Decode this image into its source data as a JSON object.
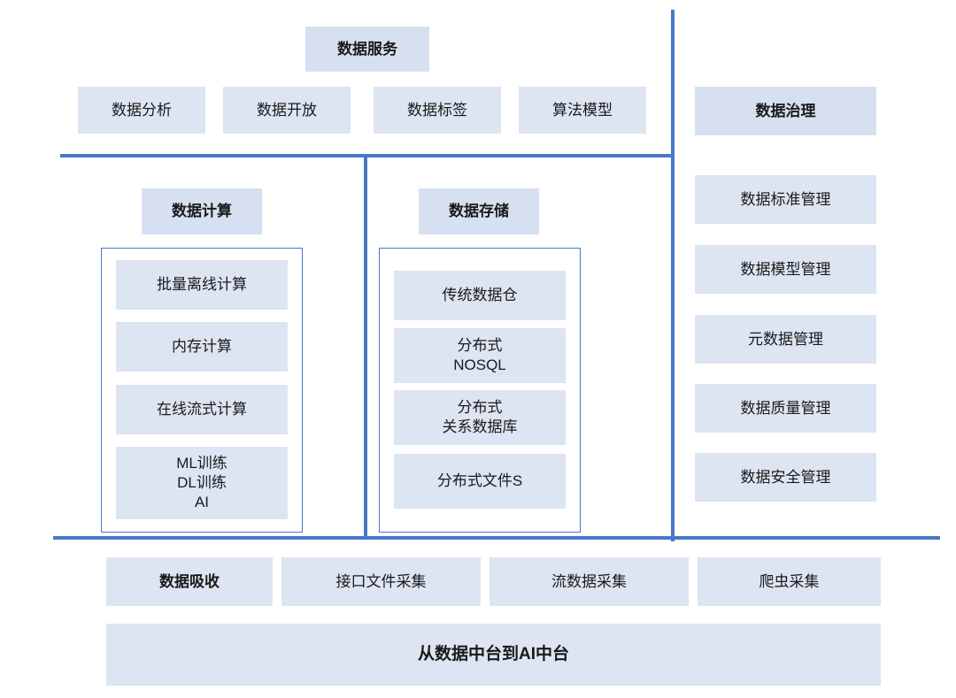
{
  "diagram": {
    "title_text": "从数据中台到AI中台",
    "accent_color": "#4a77c8",
    "box_fill": "#dde4f2",
    "title_fill": "#d7e0f0"
  },
  "service_layer": {
    "title": "数据服务",
    "items": [
      {
        "label": "数据分析"
      },
      {
        "label": "数据开放"
      },
      {
        "label": "数据标签"
      },
      {
        "label": "算法模型"
      }
    ]
  },
  "compute_layer": {
    "title": "数据计算",
    "items": [
      {
        "label": "批量离线计算"
      },
      {
        "label": "内存计算"
      },
      {
        "label": "在线流式计算"
      },
      {
        "label": "ML训练\nDL训练\nAI"
      }
    ]
  },
  "storage_layer": {
    "title": "数据存储",
    "items": [
      {
        "label": "传统数据仓"
      },
      {
        "label": "分布式\nNOSQL"
      },
      {
        "label": "分布式\n关系数据库"
      },
      {
        "label": "分布式文件S"
      }
    ]
  },
  "governance_layer": {
    "title": "数据治理",
    "items": [
      {
        "label": "数据标准管理"
      },
      {
        "label": "数据模型管理"
      },
      {
        "label": "元数据管理"
      },
      {
        "label": "数据质量管理"
      },
      {
        "label": "数据安全管理"
      }
    ]
  },
  "ingestion_layer": {
    "title": "数据吸收",
    "items": [
      {
        "label": "接口文件采集"
      },
      {
        "label": "流数据采集"
      },
      {
        "label": "爬虫采集"
      }
    ]
  },
  "footer": {
    "label": "从数据中台到AI中台"
  }
}
